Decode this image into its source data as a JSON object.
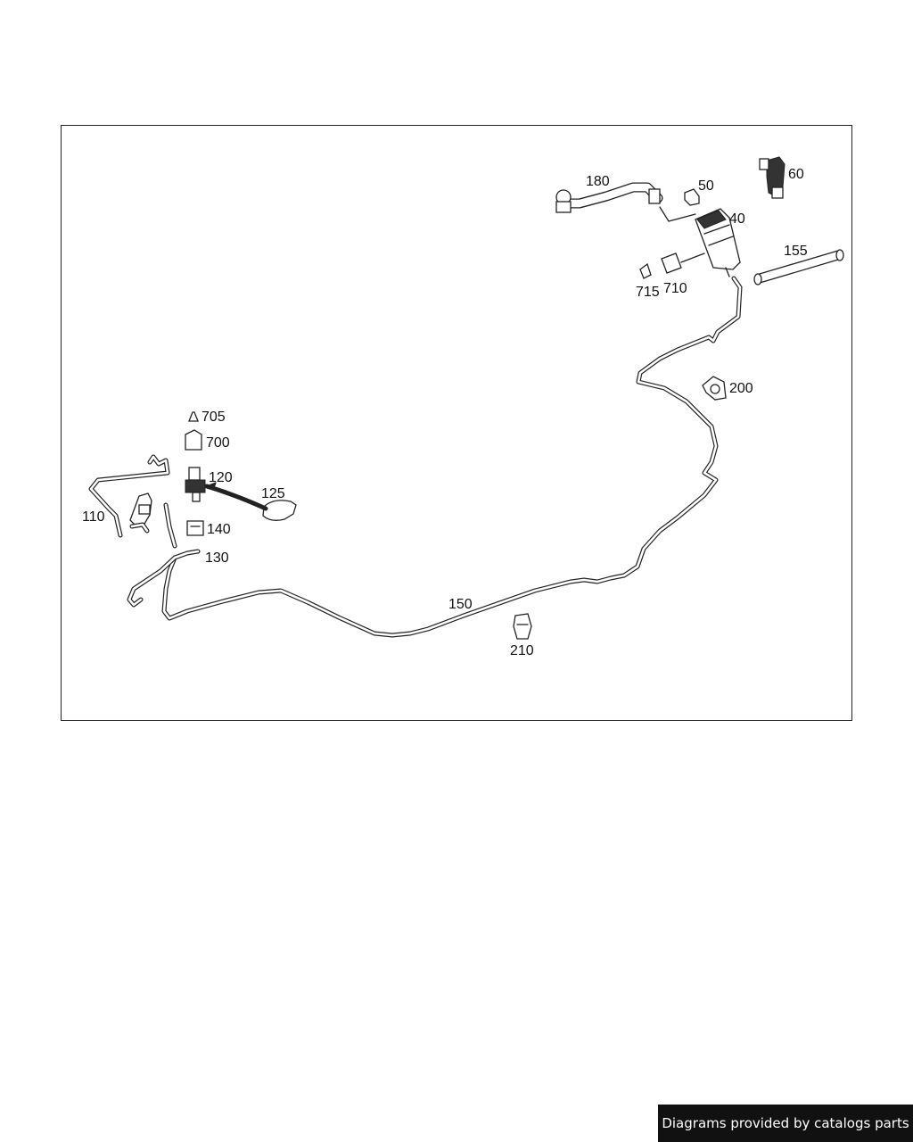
{
  "diagram": {
    "parts": [
      {
        "id": "p180",
        "label": "180"
      },
      {
        "id": "p50",
        "label": "50"
      },
      {
        "id": "p60",
        "label": "60"
      },
      {
        "id": "p40",
        "label": "40"
      },
      {
        "id": "p155",
        "label": "155"
      },
      {
        "id": "p715",
        "label": "715"
      },
      {
        "id": "p710",
        "label": "710"
      },
      {
        "id": "p200",
        "label": "200"
      },
      {
        "id": "p705",
        "label": "705"
      },
      {
        "id": "p700",
        "label": "700"
      },
      {
        "id": "p120",
        "label": "120"
      },
      {
        "id": "p125",
        "label": "125"
      },
      {
        "id": "p110",
        "label": "110"
      },
      {
        "id": "p140",
        "label": "140"
      },
      {
        "id": "p130",
        "label": "130"
      },
      {
        "id": "p150",
        "label": "150"
      },
      {
        "id": "p210",
        "label": "210"
      }
    ]
  },
  "footer": {
    "credit": "Diagrams provided by catalogs parts"
  }
}
